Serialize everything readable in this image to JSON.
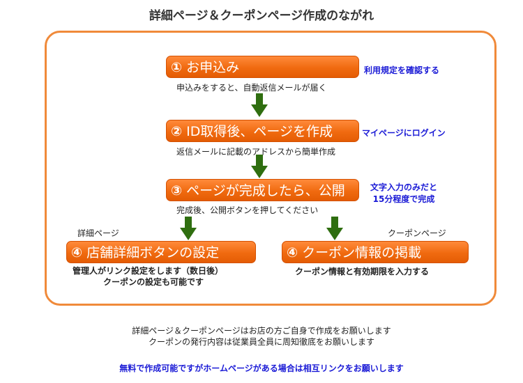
{
  "title": "詳細ページ＆クーポンページ作成のながれ",
  "steps": [
    {
      "num": "①",
      "label": "お申込み",
      "desc": "申込みをすると、自動返信メールが届く",
      "link": "利用規定を確認する"
    },
    {
      "num": "②",
      "label": "ID取得後、ページを作成",
      "desc": "返信メールに記載のアドレスから簡単作成",
      "link": "マイページにログイン"
    },
    {
      "num": "③",
      "label": "ページが完成したら、公開",
      "desc": "完成後、公開ボタンを押してください",
      "link_line1": "文字入力のみだと",
      "link_line2": "15分程度で完成"
    },
    {
      "num": "④",
      "label": "店舗詳細ボタンの設定",
      "tag": "詳細ページ",
      "desc_line1": "管理人がリンク設定をします（数日後）",
      "desc_line2": "クーポンの設定も可能です"
    },
    {
      "num": "④",
      "label": "クーポン情報の掲載",
      "tag": "クーポンページ",
      "desc": "クーポン情報と有効期限を入力する"
    }
  ],
  "footer": {
    "line1": "詳細ページ＆クーポンページはお店の方ご自身で作成をお願いします",
    "line2": "クーポンの発行内容は従業員全員に周知徹底をお願いします",
    "link": "無料で作成可能ですがホームページがある場合は相互リンクをお願いします"
  },
  "colors": {
    "accent": "#f06a10",
    "frame": "#f08a3a",
    "arrow": "#2f6e10",
    "link": "#1a1ad6"
  }
}
